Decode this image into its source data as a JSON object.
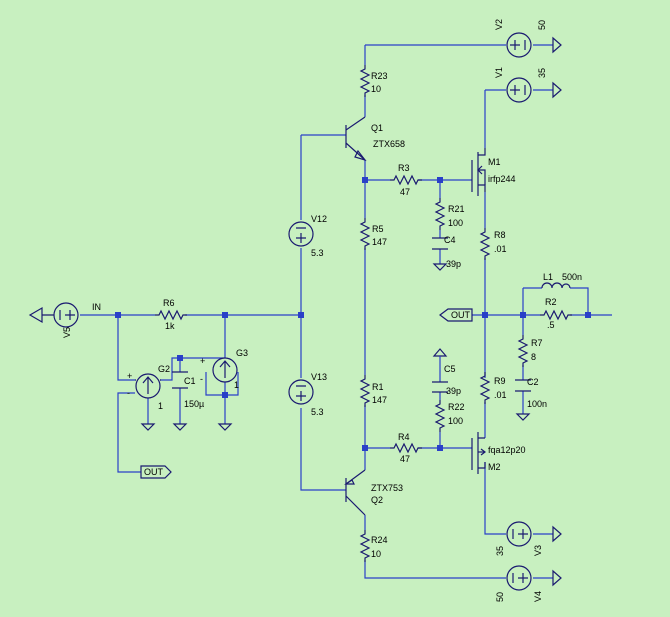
{
  "background": "#c8f0c0",
  "wire_color": "#2a40c8",
  "components": {
    "v2": {
      "name": "V2",
      "value": "50"
    },
    "v1": {
      "name": "V1",
      "value": "35"
    },
    "v3": {
      "name": "V3",
      "value": "35"
    },
    "v4": {
      "name": "V4",
      "value": "50"
    },
    "v5": {
      "name": "V5"
    },
    "v12": {
      "name": "V12",
      "value": "5.3"
    },
    "v13": {
      "name": "V13",
      "value": "5.3"
    },
    "r23": {
      "name": "R23",
      "value": "10"
    },
    "r24": {
      "name": "R24",
      "value": "10"
    },
    "q1": {
      "name": "Q1",
      "model": "ZTX658"
    },
    "q2": {
      "name": "Q2",
      "model": "ZTX753"
    },
    "m1": {
      "name": "M1",
      "model": "irfp244"
    },
    "m2": {
      "name": "M2",
      "model": "fqa12p20"
    },
    "r3": {
      "name": "R3",
      "value": "47"
    },
    "r4": {
      "name": "R4",
      "value": "47"
    },
    "r21": {
      "name": "R21",
      "value": "100"
    },
    "r22": {
      "name": "R22",
      "value": "100"
    },
    "c4": {
      "name": "C4",
      "value": "39p"
    },
    "c5": {
      "name": "C5",
      "value": "39p"
    },
    "r5": {
      "name": "R5",
      "value": "147"
    },
    "r1": {
      "name": "R1",
      "value": "147"
    },
    "r8": {
      "name": "R8",
      "value": ".01"
    },
    "r9": {
      "name": "R9",
      "value": ".01"
    },
    "r6": {
      "name": "R6",
      "value": "1k"
    },
    "r2": {
      "name": "R2",
      "value": ".5"
    },
    "l1": {
      "name": "L1",
      "value": "500n"
    },
    "r7": {
      "name": "R7",
      "value": "8"
    },
    "c2": {
      "name": "C2",
      "value": "100n"
    },
    "c1": {
      "name": "C1",
      "value": "150µ"
    },
    "g2": {
      "name": "G2",
      "value": "1"
    },
    "g3": {
      "name": "G3",
      "value": "1"
    }
  },
  "nets": {
    "in": "IN",
    "out_main": "OUT",
    "out_fb": "OUT"
  },
  "polarity": {
    "plus": "+",
    "minus": "-"
  }
}
